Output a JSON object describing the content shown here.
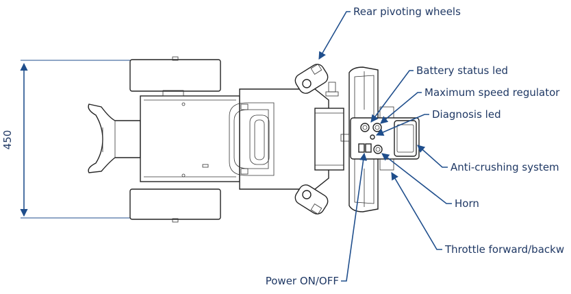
{
  "dimension": {
    "value": "450"
  },
  "labels": {
    "rear_pivoting_wheels": "Rear pivoting wheels",
    "battery_status_led": "Battery status led",
    "maximum_speed_regulator": "Maximum speed regulator",
    "diagnosis_led": "Diagnosis led",
    "anti_crushing_system": "Anti-crushing system",
    "horn": "Horn",
    "throttle": "Throttle forward/backw",
    "power": "Power ON/OFF"
  },
  "colors": {
    "annotation": "#1f4e8c",
    "text": "#1f3864",
    "drawing": "#222222"
  }
}
